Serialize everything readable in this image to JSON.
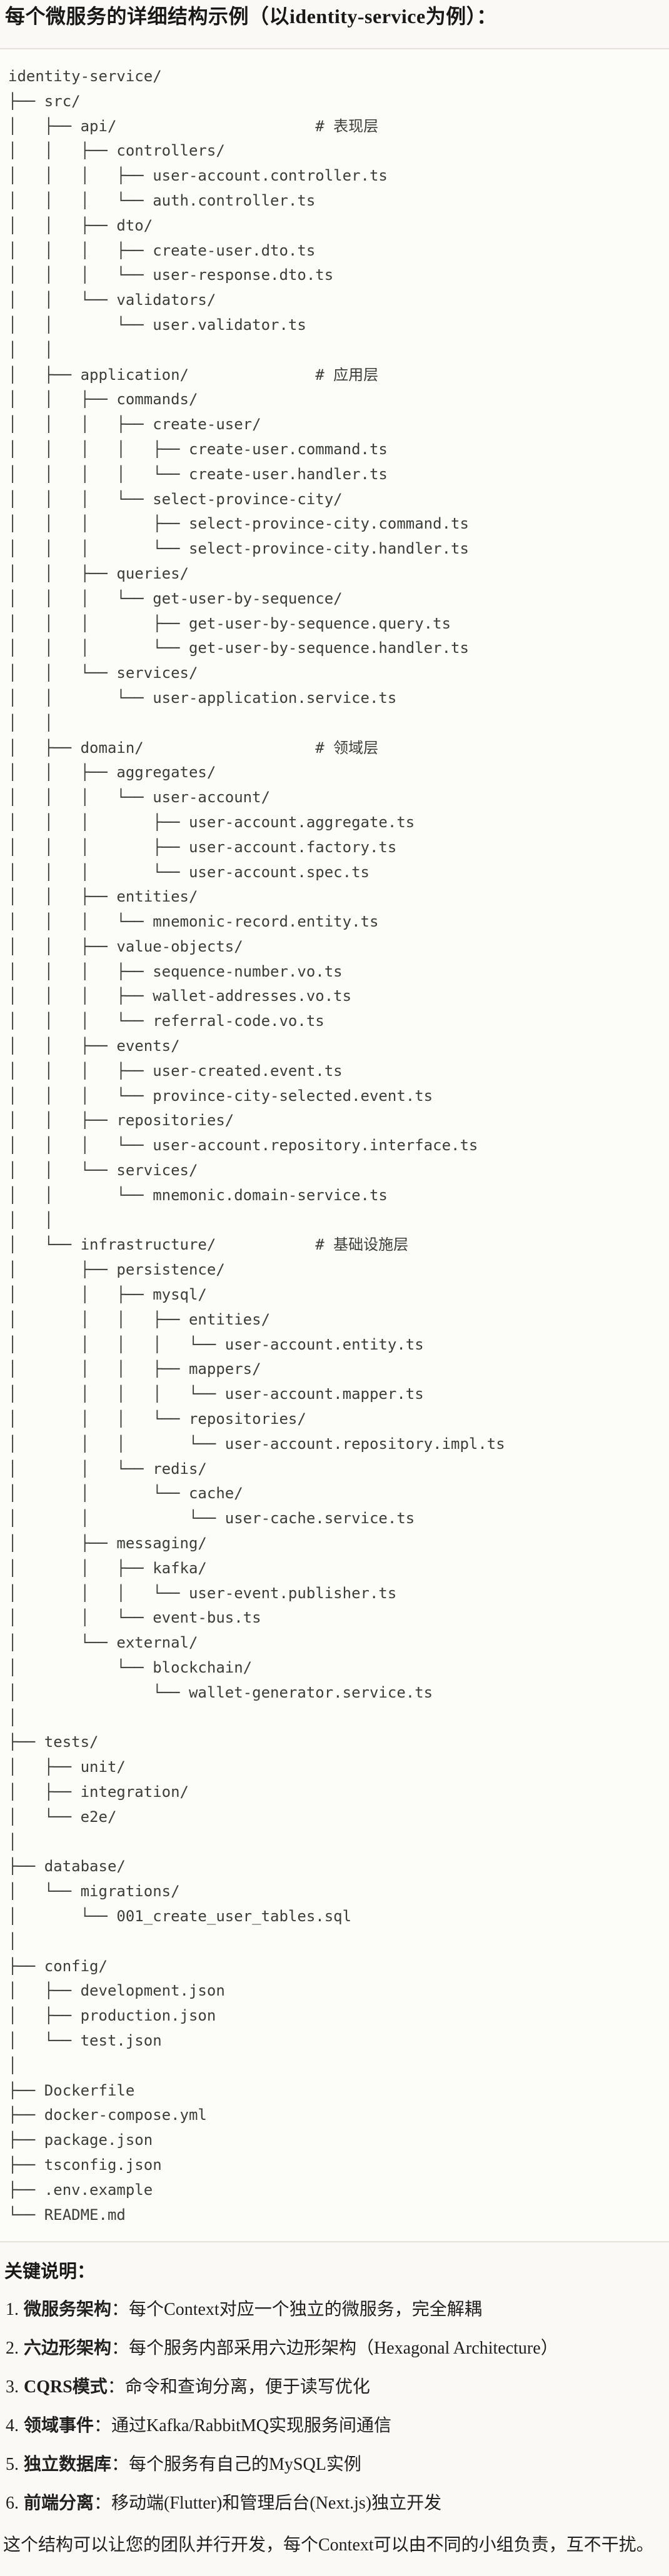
{
  "page": {
    "title": "每个微服务的详细结构示例（以identity-service为例）："
  },
  "code_block": {
    "language": "text",
    "tree_lines": [
      "identity-service/",
      "├── src/",
      "│   ├── api/                      # 表现层",
      "│   │   ├── controllers/",
      "│   │   │   ├── user-account.controller.ts",
      "│   │   │   └── auth.controller.ts",
      "│   │   ├── dto/",
      "│   │   │   ├── create-user.dto.ts",
      "│   │   │   └── user-response.dto.ts",
      "│   │   └── validators/",
      "│   │       └── user.validator.ts",
      "│   │",
      "│   ├── application/              # 应用层",
      "│   │   ├── commands/",
      "│   │   │   ├── create-user/",
      "│   │   │   │   ├── create-user.command.ts",
      "│   │   │   │   └── create-user.handler.ts",
      "│   │   │   └── select-province-city/",
      "│   │   │       ├── select-province-city.command.ts",
      "│   │   │       └── select-province-city.handler.ts",
      "│   │   ├── queries/",
      "│   │   │   └── get-user-by-sequence/",
      "│   │   │       ├── get-user-by-sequence.query.ts",
      "│   │   │       └── get-user-by-sequence.handler.ts",
      "│   │   └── services/",
      "│   │       └── user-application.service.ts",
      "│   │",
      "│   ├── domain/                   # 领域层",
      "│   │   ├── aggregates/",
      "│   │   │   └── user-account/",
      "│   │   │       ├── user-account.aggregate.ts",
      "│   │   │       ├── user-account.factory.ts",
      "│   │   │       └── user-account.spec.ts",
      "│   │   ├── entities/",
      "│   │   │   └── mnemonic-record.entity.ts",
      "│   │   ├── value-objects/",
      "│   │   │   ├── sequence-number.vo.ts",
      "│   │   │   ├── wallet-addresses.vo.ts",
      "│   │   │   └── referral-code.vo.ts",
      "│   │   ├── events/",
      "│   │   │   ├── user-created.event.ts",
      "│   │   │   └── province-city-selected.event.ts",
      "│   │   ├── repositories/",
      "│   │   │   └── user-account.repository.interface.ts",
      "│   │   └── services/",
      "│   │       └── mnemonic.domain-service.ts",
      "│   │",
      "│   └── infrastructure/           # 基础设施层",
      "│       ├── persistence/",
      "│       │   ├── mysql/",
      "│       │   │   ├── entities/",
      "│       │   │   │   └── user-account.entity.ts",
      "│       │   │   ├── mappers/",
      "│       │   │   │   └── user-account.mapper.ts",
      "│       │   │   └── repositories/",
      "│       │   │       └── user-account.repository.impl.ts",
      "│       │   └── redis/",
      "│       │       └── cache/",
      "│       │           └── user-cache.service.ts",
      "│       ├── messaging/",
      "│       │   ├── kafka/",
      "│       │   │   └── user-event.publisher.ts",
      "│       │   └── event-bus.ts",
      "│       └── external/",
      "│           └── blockchain/",
      "│               └── wallet-generator.service.ts",
      "│",
      "├── tests/",
      "│   ├── unit/",
      "│   ├── integration/",
      "│   └── e2e/",
      "│",
      "├── database/",
      "│   └── migrations/",
      "│       └── 001_create_user_tables.sql",
      "│",
      "├── config/",
      "│   ├── development.json",
      "│   ├── production.json",
      "│   └── test.json",
      "│",
      "├── Dockerfile",
      "├── docker-compose.yml",
      "├── package.json",
      "├── tsconfig.json",
      "├── .env.example",
      "└── README.md"
    ],
    "layer_comments": [
      "# 表现层",
      "# 应用层",
      "# 领域层",
      "# 基础设施层"
    ]
  },
  "notes": {
    "heading": "关键说明：",
    "items": [
      {
        "number": "1.",
        "term": "微服务架构",
        "colon": "：",
        "text": "每个Context对应一个独立的微服务，完全解耦"
      },
      {
        "number": "2.",
        "term": "六边形架构",
        "colon": "：",
        "text": "每个服务内部采用六边形架构（Hexagonal Architecture）"
      },
      {
        "number": "3.",
        "term": "CQRS模式",
        "colon": "：",
        "text": "命令和查询分离，便于读写优化"
      },
      {
        "number": "4.",
        "term": "领域事件",
        "colon": "：",
        "text": "通过Kafka/RabbitMQ实现服务间通信"
      },
      {
        "number": "5.",
        "term": "独立数据库",
        "colon": "：",
        "text": "每个服务有自己的MySQL实例"
      },
      {
        "number": "6.",
        "term": "前端分离",
        "colon": "：",
        "text": "移动端(Flutter)和管理后台(Next.js)独立开发"
      }
    ],
    "footer": "这个结构可以让您的团队并行开发，每个Context可以由不同的小组负责，互不干扰。"
  },
  "colors": {
    "page_background": "#faf9f5",
    "code_background": "#fcfcf9",
    "code_border": "#e3e1d9",
    "code_text": "#3c3c39",
    "heading_text": "#191816",
    "body_text": "#21201e"
  }
}
